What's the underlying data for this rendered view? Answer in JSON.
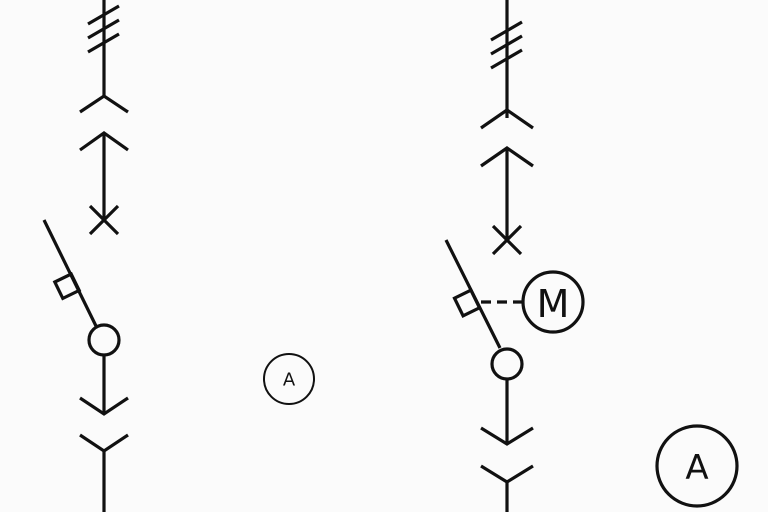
{
  "left_circuit": {
    "tag": "A"
  },
  "right_circuit": {
    "motor_label": "M",
    "tag": "A"
  },
  "colors": {
    "ink": "#111111",
    "paper": "#fbfbfb"
  }
}
